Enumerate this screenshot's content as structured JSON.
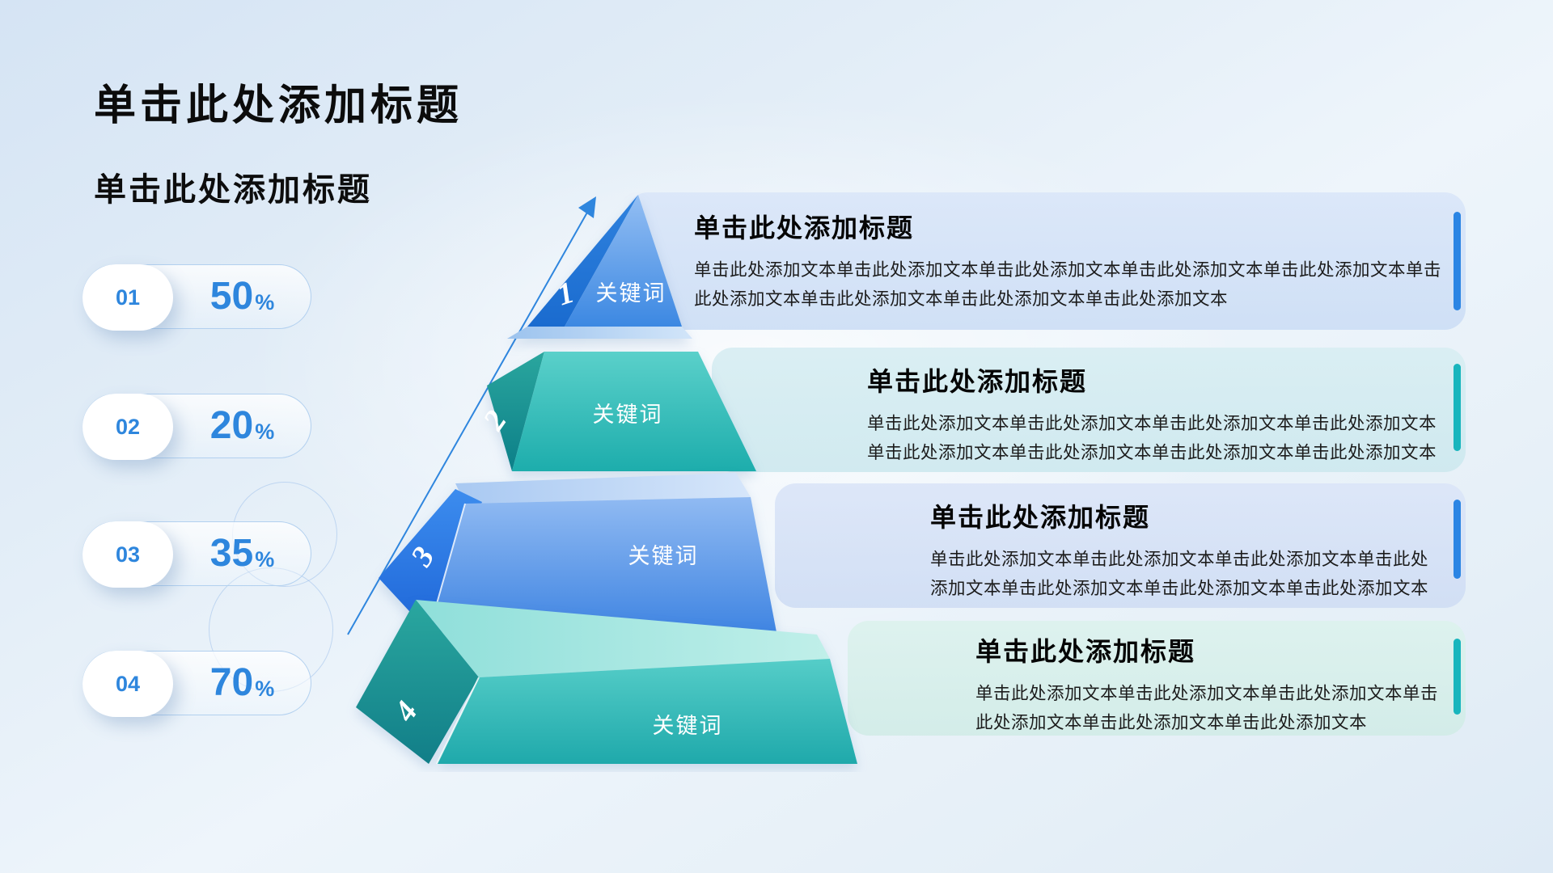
{
  "slide": {
    "title": "单击此处添加标题",
    "subtitle": "单击此处添加标题"
  },
  "stats": [
    {
      "index": "01",
      "value": "50",
      "unit": "%"
    },
    {
      "index": "02",
      "value": "20",
      "unit": "%"
    },
    {
      "index": "03",
      "value": "35",
      "unit": "%"
    },
    {
      "index": "04",
      "value": "70",
      "unit": "%"
    }
  ],
  "pyramid": {
    "levels": [
      {
        "num": "1",
        "label": "关键词"
      },
      {
        "num": "2",
        "label": "关键词"
      },
      {
        "num": "3",
        "label": "关键词"
      },
      {
        "num": "4",
        "label": "关键词"
      }
    ]
  },
  "cards": [
    {
      "title": "单击此处添加标题",
      "body": "单击此处添加文本单击此处添加文本单击此处添加文本单击此处添加文本单击此处添加文本单击此处添加文本单击此处添加文本单击此处添加文本单击此处添加文本"
    },
    {
      "title": "单击此处添加标题",
      "body": "单击此处添加文本单击此处添加文本单击此处添加文本单击此处添加文本单击此处添加文本单击此处添加文本单击此处添加文本单击此处添加文本"
    },
    {
      "title": "单击此处添加标题",
      "body": "单击此处添加文本单击此处添加文本单击此处添加文本单击此处添加文本单击此处添加文本单击此处添加文本单击此处添加文本"
    },
    {
      "title": "单击此处添加标题",
      "body": "单击此处添加文本单击此处添加文本单击此处添加文本单击此处添加文本单击此处添加文本单击此处添加文本"
    }
  ],
  "colors": {
    "accent_blue": "#2b85e4",
    "accent_teal": "#18b5bd",
    "stat_text_blue": "#2e86dd",
    "pyramid_blue": "#3e8ae2",
    "pyramid_teal": "#1fafae"
  }
}
